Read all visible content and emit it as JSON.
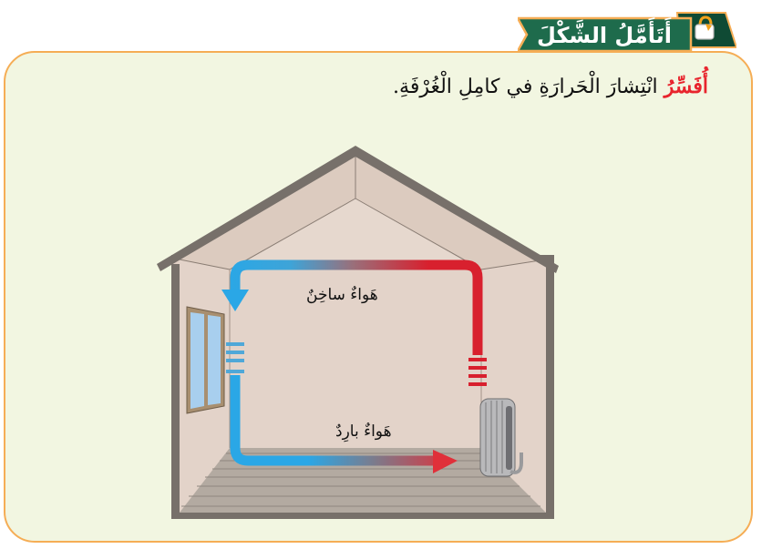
{
  "header": {
    "title": "أَتَأَمَّلُ الشَّكْلَ",
    "icon": "bag-icon",
    "banner_color": "#1e6b4c",
    "accent_color": "#f5ad55"
  },
  "instruction": {
    "verb": "أُفَسِّرُ",
    "text": " انْتِشارَ الْحَرارَةِ في كامِلِ الْغُرْفَةِ."
  },
  "figure": {
    "labels": {
      "hot_air": "هَواءٌ ساخِنٌ",
      "cold_air": "هَواءٌ بارِدٌ"
    },
    "colors": {
      "hot": "#d8202e",
      "cold": "#2aa7e6",
      "wall": "#e3d3c9",
      "roof": "#77706a",
      "floor": "#a59d95"
    },
    "objects": [
      "house-cross-section",
      "window",
      "radiator",
      "convection-arrow-loop"
    ]
  }
}
